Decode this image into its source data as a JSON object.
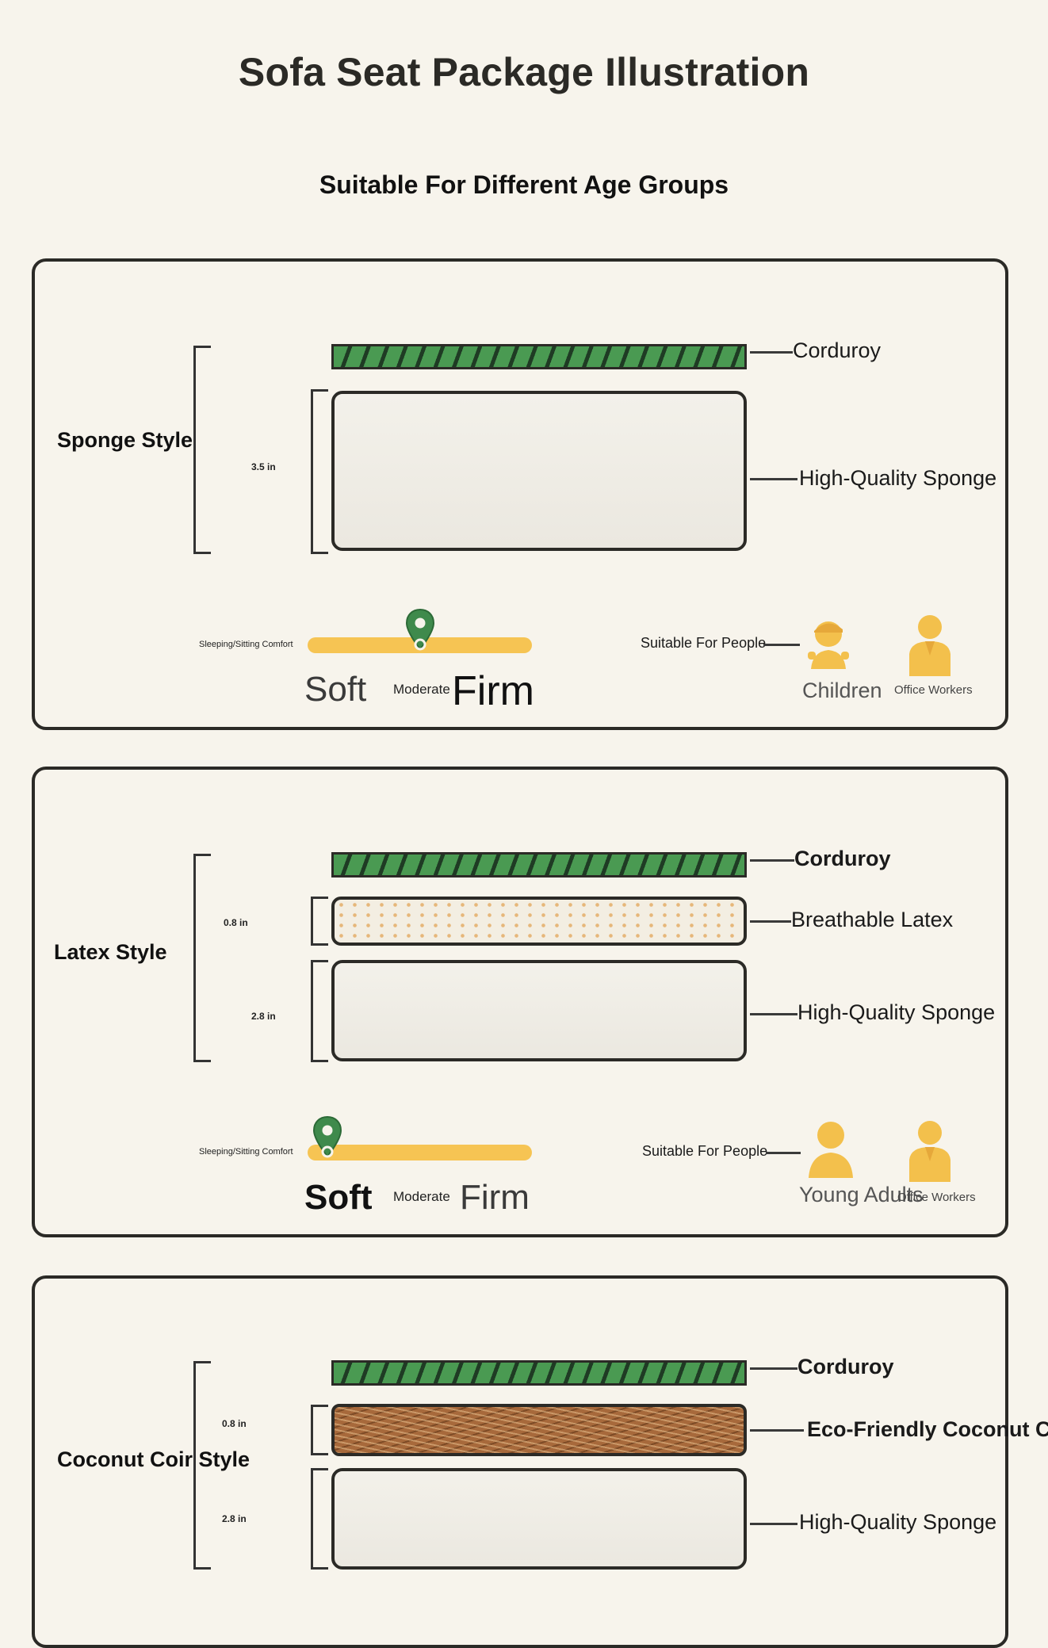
{
  "title": "Sofa Seat Package Illustration",
  "subtitle": "Suitable For Different Age Groups",
  "colors": {
    "background": "#f7f4ec",
    "corduroy": "#4a9a52",
    "slider": "#f6c453",
    "pin": "#3f8a4c",
    "person": "#f3c04c"
  },
  "sections": [
    {
      "name": "Sponge Style",
      "dims": [
        "3.5 in"
      ],
      "layers": [
        "Corduroy",
        "High-Quality Sponge"
      ],
      "comfort_label": "Sleeping/Sitting Comfort",
      "comfort_position": 0.5,
      "scale": {
        "soft": "Soft",
        "moderate": "Moderate",
        "firm": "Firm"
      },
      "people_label": "Suitable For People",
      "people": [
        {
          "name": "Children",
          "icon": "child-icon"
        },
        {
          "name": "Office Workers",
          "icon": "office-worker-icon"
        }
      ]
    },
    {
      "name": "Latex Style",
      "dims": [
        "0.8 in",
        "2.8 in"
      ],
      "layers": [
        "Corduroy",
        "Breathable Latex",
        "High-Quality Sponge"
      ],
      "comfort_label": "Sleeping/Sitting Comfort",
      "comfort_position": 0.09,
      "scale": {
        "soft": "Soft",
        "moderate": "Moderate",
        "firm": "Firm"
      },
      "people_label": "Suitable For People",
      "people": [
        {
          "name": "Young Adults",
          "icon": "young-adult-icon"
        },
        {
          "name": "Office Workers",
          "icon": "office-worker-icon"
        }
      ]
    },
    {
      "name": "Coconut Coir Style",
      "dims": [
        "0.8 in",
        "2.8 in"
      ],
      "layers": [
        "Corduroy",
        "Eco-Friendly Coconut Coir",
        "High-Quality Sponge"
      ]
    }
  ]
}
